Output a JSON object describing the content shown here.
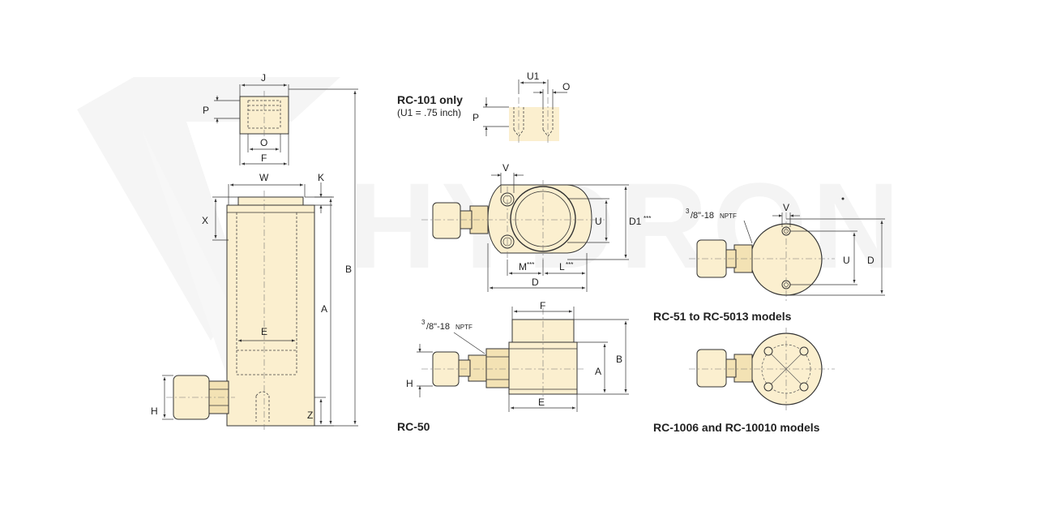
{
  "watermark": {
    "text": "HYDRON"
  },
  "labels": {
    "J": "J",
    "P": "P",
    "O": "O",
    "F": "F",
    "W": "W",
    "K": "K",
    "X": "X",
    "B": "B",
    "A": "A",
    "E": "E",
    "H": "H",
    "Z": "Z",
    "U1": "U1",
    "V": "V",
    "U": "U",
    "D1": "D1",
    "M": "M",
    "L": "L",
    "D": "D",
    "stars": "***",
    "npt_num": "3",
    "npt_den": "/8\"-18",
    "npt_small": "NPTF"
  },
  "captions": {
    "rc101": "RC-101 only",
    "rc101_note": "(U1 = .75 inch)",
    "rc50": "RC-50",
    "rc51": "RC-51 to RC-5013 models",
    "rc1006": "RC-1006 and RC-10010 models"
  }
}
